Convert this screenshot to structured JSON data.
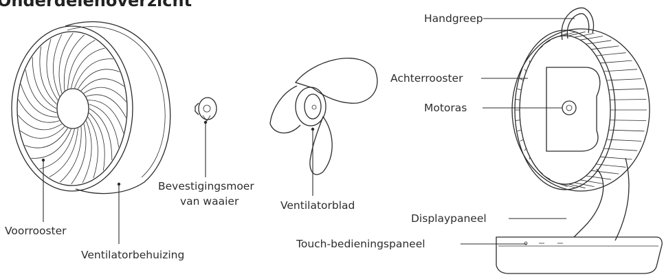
{
  "title": "Onderdelenoverzicht",
  "labels": {
    "voorrooster": "Voorrooster",
    "ventilatorbehuizing": "Ventilatorbehuizing",
    "bevestigingsmoer_line1": "Bevestigingsmoer",
    "bevestigingsmoer_line2": "van waaier",
    "ventilatorblad": "Ventilatorblad",
    "handgreep": "Handgreep",
    "achterrooster": "Achterrooster",
    "motoras": "Motoras",
    "displaypaneel": "Displaypaneel",
    "touch_bedieningspaneel": "Touch-bedieningspaneel"
  },
  "icons": [
    "fan-front-grille-icon",
    "fan-housing-icon",
    "fan-nut-icon",
    "fan-blade-icon",
    "fan-assembly-icon"
  ]
}
